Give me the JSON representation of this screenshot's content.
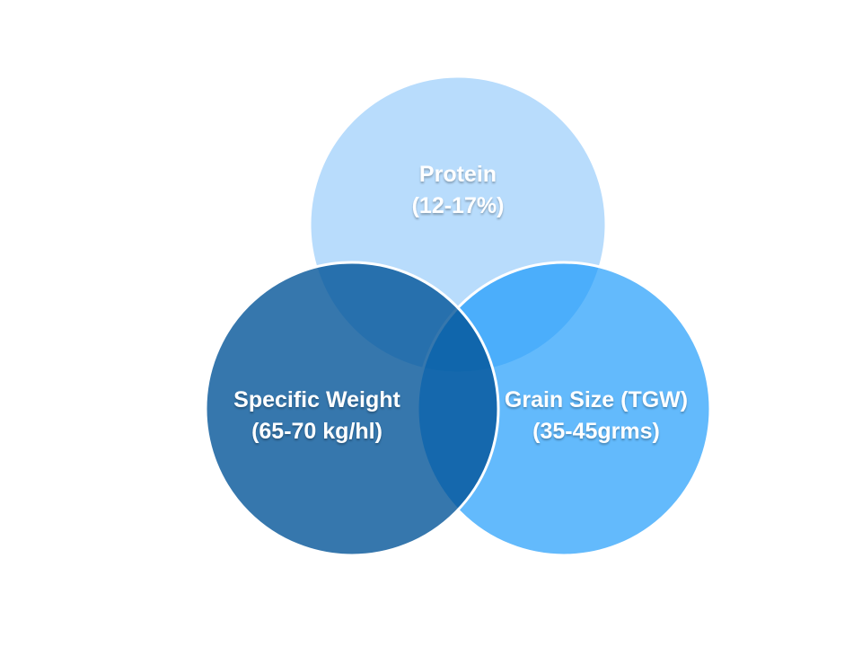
{
  "page": {
    "background_color": "#FFFFFF",
    "diagram_type": "venn",
    "title": ""
  },
  "venn": {
    "stroke_color": "#FFFFFF",
    "overlap_note": "circles 1 and 2 are semi-transparent; overlaps render darker",
    "sets": [
      {
        "name": "protein",
        "label": "Protein",
        "range": "(12-17%)",
        "fill": "#B8DCFC",
        "position": "top"
      },
      {
        "name": "grain-size",
        "label": "Grain Size (TGW)",
        "range": "(35-45grms)",
        "fill": "rgba(18,150,250,0.66)",
        "solid_equivalent_on_white": "#62B9FB",
        "position": "right"
      },
      {
        "name": "specific-weight",
        "label": "Specific Weight",
        "range": "(65-70 kg/hl)",
        "fill": "rgba(0,83,151,0.79)",
        "solid_equivalent_on_white": "#3577AD",
        "position": "left"
      }
    ],
    "text_color": "#FFFFFF"
  }
}
